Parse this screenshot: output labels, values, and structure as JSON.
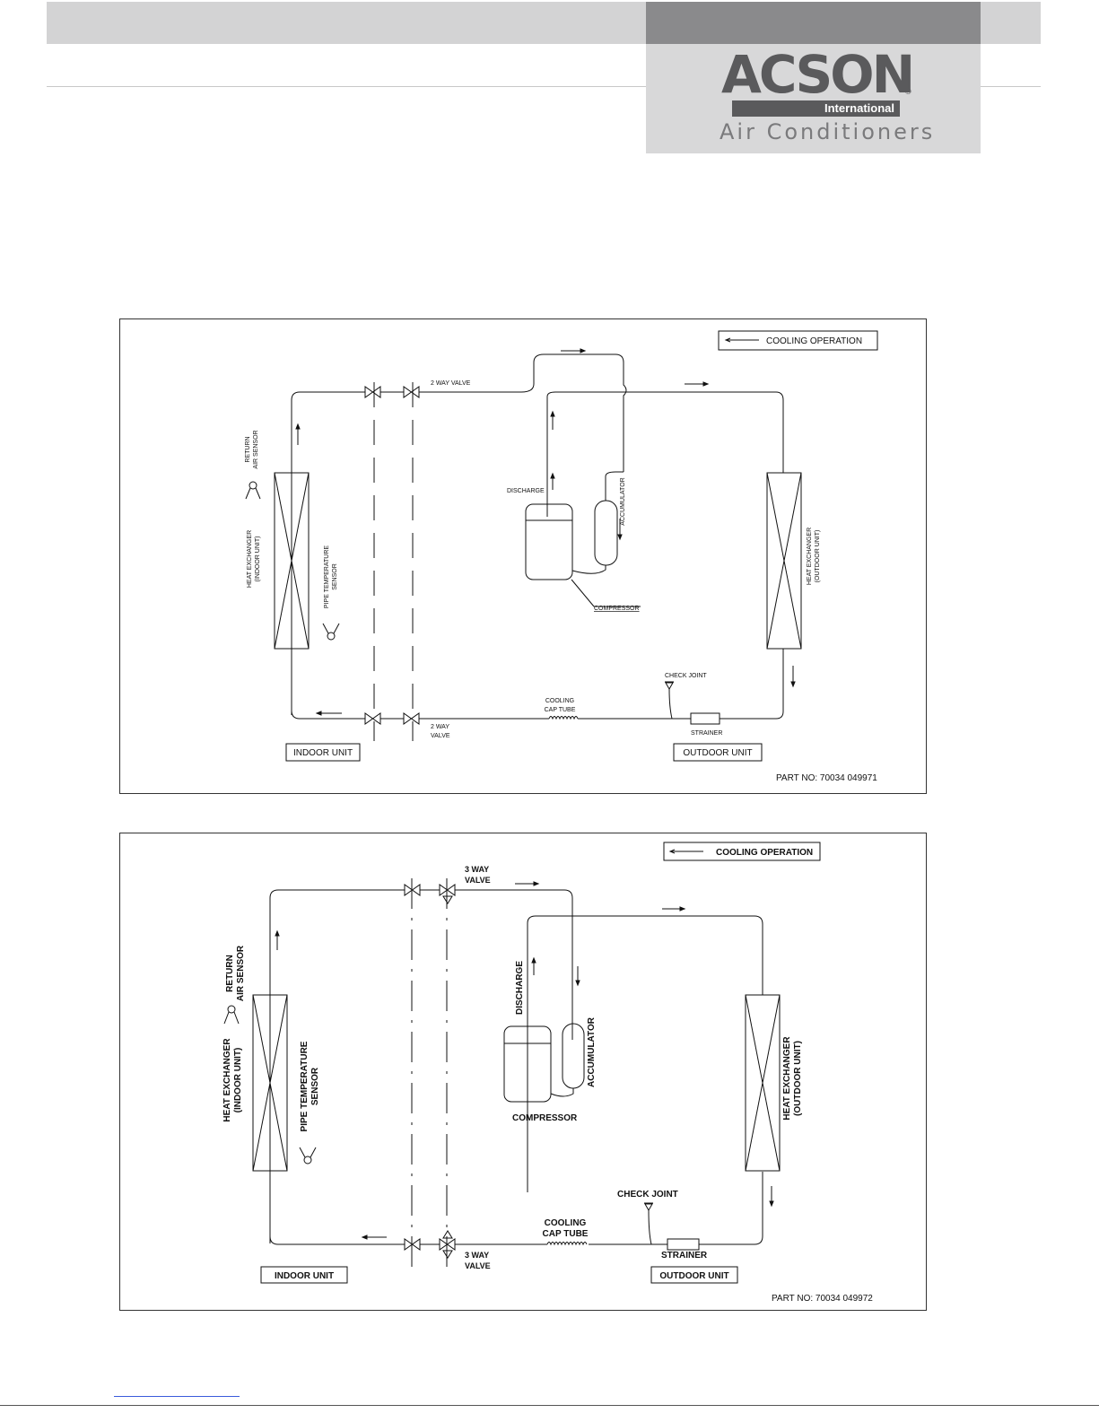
{
  "header": {
    "brand": "ACSON",
    "registered": "®",
    "sub_brand": "International",
    "tagline": "Air Conditioners"
  },
  "diagram1": {
    "legend": "COOLING OPERATION",
    "valve_top": "2 WAY VALVE",
    "valve_bottom_1": "2 WAY",
    "valve_bottom_2": "VALVE",
    "return_sensor_1": "RETURN",
    "return_sensor_2": "AIR SENSOR",
    "hx_indoor_1": "HEAT EXCHANGER",
    "hx_indoor_2": "(INDOOR UNIT)",
    "pipe_sensor_1": "PIPE TEMPERATURE",
    "pipe_sensor_2": "SENSOR",
    "discharge": "DISCHARGE",
    "accumulator": "ACCUMULATOR",
    "compressor": "COMPRESSOR",
    "hx_outdoor_1": "HEAT EXCHANGER",
    "hx_outdoor_2": "(OUTDOOR UNIT)",
    "check_joint": "CHECK JOINT",
    "cap_tube_1": "COOLING",
    "cap_tube_2": "CAP TUBE",
    "strainer": "STRAINER",
    "indoor_unit": "INDOOR UNIT",
    "outdoor_unit": "OUTDOOR UNIT",
    "part_no": "PART NO: 70034 049971"
  },
  "diagram2": {
    "legend": "COOLING OPERATION",
    "valve_top_1": "3 WAY",
    "valve_top_2": "VALVE",
    "valve_bottom_1": "3 WAY",
    "valve_bottom_2": "VALVE",
    "return_sensor_1": "RETURN",
    "return_sensor_2": "AIR SENSOR",
    "hx_indoor_1": "HEAT EXCHANGER",
    "hx_indoor_2": "(INDOOR UNIT)",
    "pipe_sensor_1": "PIPE TEMPERATURE",
    "pipe_sensor_2": "SENSOR",
    "discharge": "DISCHARGE",
    "accumulator": "ACCUMULATOR",
    "compressor": "COMPRESSOR",
    "hx_outdoor_1": "HEAT EXCHANGER",
    "hx_outdoor_2": "(OUTDOOR UNIT)",
    "check_joint": "CHECK JOINT",
    "cap_tube_1": "COOLING",
    "cap_tube_2": "CAP TUBE",
    "strainer": "STRAINER",
    "indoor_unit": "INDOOR UNIT",
    "outdoor_unit": "OUTDOOR UNIT",
    "part_no": "PART NO: 70034 049972"
  }
}
